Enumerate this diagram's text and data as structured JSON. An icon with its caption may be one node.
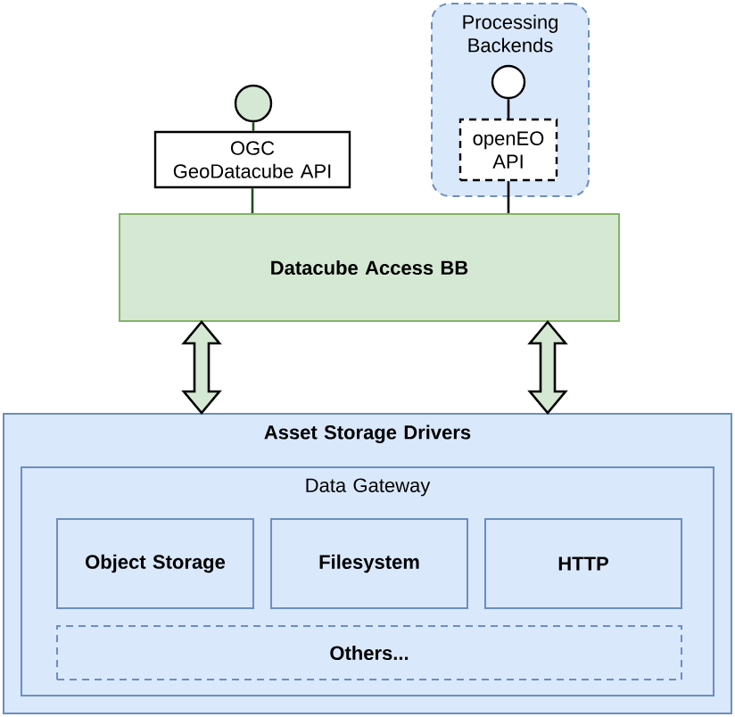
{
  "diagram": {
    "nodes": [
      {
        "text": [
          "Processing Backends"
        ]
      },
      {
        "text": [],
        "shape": "circle",
        "in": 0
      },
      {
        "text": [
          "openEO API"
        ],
        "in": 0
      },
      {
        "text": [],
        "shape": "circle"
      },
      {
        "text": [
          "OGC GeoDatacube API"
        ]
      },
      {
        "text": [
          "Datacube Access BB"
        ]
      },
      {
        "text": [
          "Asset Storage Drivers"
        ]
      },
      {
        "text": [
          "Data Gateway"
        ],
        "in": 6
      },
      {
        "text": [
          "Object Storage"
        ],
        "in": 7
      },
      {
        "text": [
          "Filesystem"
        ],
        "in": 7
      },
      {
        "text": [
          "HTTP"
        ],
        "in": 7
      },
      {
        "text": [
          "Others..."
        ],
        "in": 7
      }
    ],
    "edges": [
      {
        "from": 3,
        "to": 4,
        "arrow": "none",
        "color": "#1f4d1f"
      },
      {
        "from": 4,
        "to": 5,
        "arrow": "none",
        "color": "#1f4d1f"
      },
      {
        "from": 1,
        "to": 2,
        "arrow": "none"
      },
      {
        "from": 2,
        "to": 5,
        "arrow": "none"
      },
      {
        "from": 5,
        "to": 6,
        "arrow": "both",
        "style": "thick"
      },
      {
        "from": 5,
        "to": 6,
        "arrow": "both",
        "style": "thick"
      }
    ]
  }
}
